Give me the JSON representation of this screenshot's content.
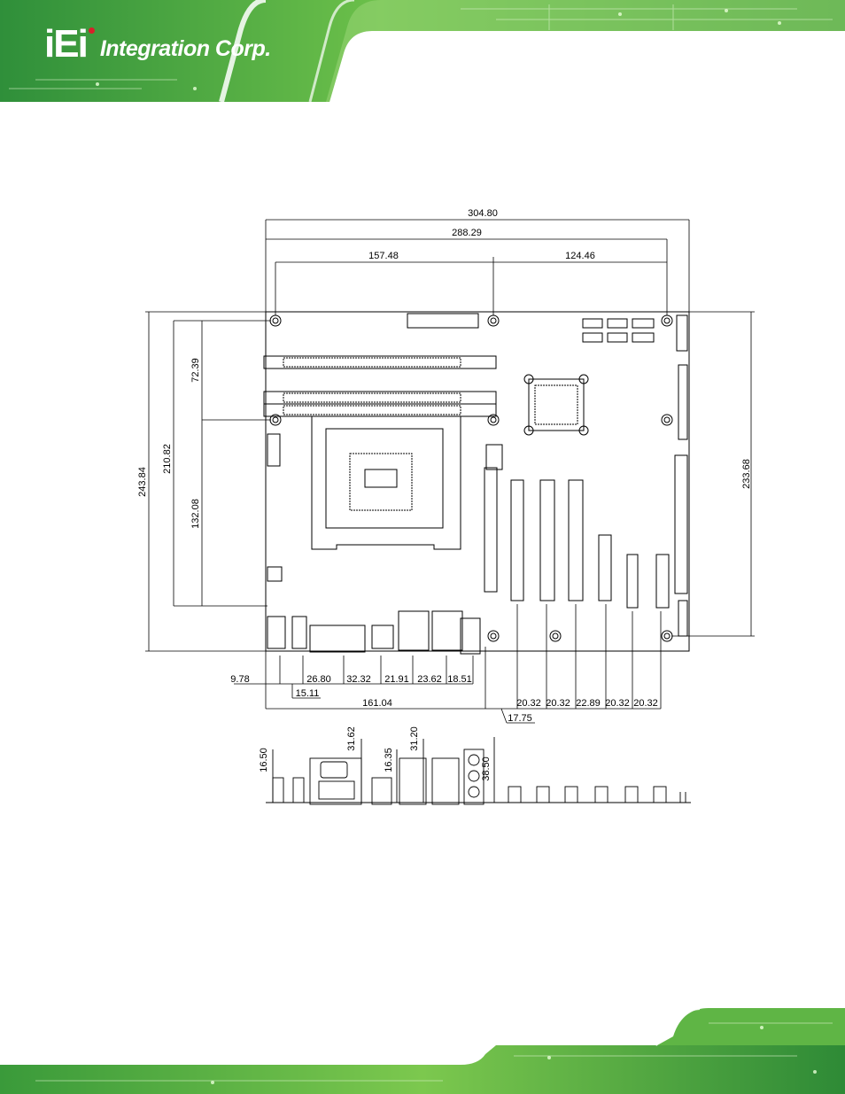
{
  "header": {
    "logo_mark": "iEi",
    "logo_text": "Integration Corp."
  },
  "drawing": {
    "top_dims": {
      "overall_width": "304.80",
      "hole_span": "288.29",
      "left_span": "157.48",
      "right_span": "124.46"
    },
    "left_dims": {
      "overall_height": "243.84",
      "hole_span": "210.82",
      "upper_span": "72.39",
      "lower_span": "132.08"
    },
    "right_dims": {
      "hole_span": "233.68"
    },
    "bottom_dims": {
      "offset_1": "9.78",
      "offset_2": "15.11",
      "io_1": "26.80",
      "io_2": "32.32",
      "io_3": "21.91",
      "io_4": "23.62",
      "io_5": "18.51",
      "slot_offset": "161.04",
      "slot_start": "17.75",
      "slot_1": "20.32",
      "slot_2": "20.32",
      "slot_3": "22.89",
      "slot_4": "20.32",
      "slot_5": "20.32"
    },
    "io_heights": {
      "h1": "16.50",
      "h2": "31.62",
      "h3": "16.35",
      "h4": "31.20",
      "h5": "38.50"
    }
  },
  "colors": {
    "banner_green": "#4caf3a",
    "banner_dark": "#1f6b2a",
    "logo_red": "#d8202a"
  }
}
